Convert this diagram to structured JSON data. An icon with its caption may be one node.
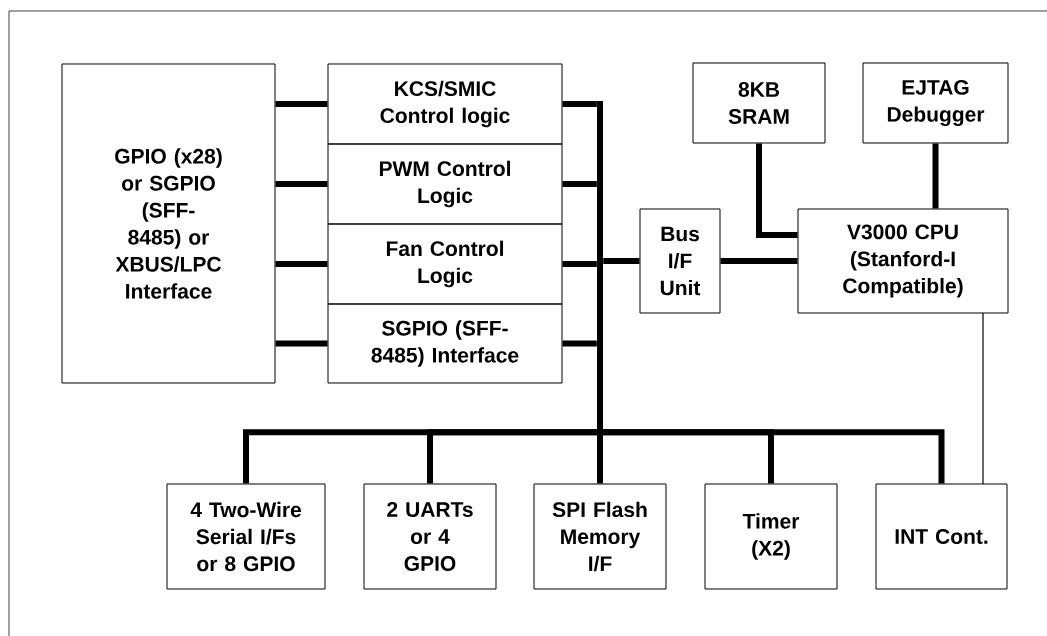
{
  "diagram": {
    "nodes": [
      {
        "text": [
          "GPIO (x28) or SGPIO (SFF-8485) or XBUS/LPC Interface"
        ]
      },
      {
        "text": [
          "KCS/SMIC Control logic"
        ]
      },
      {
        "text": [
          "PWM Control Logic"
        ]
      },
      {
        "text": [
          "Fan Control Logic"
        ]
      },
      {
        "text": [
          "SGPIO (SFF-8485) Interface"
        ]
      },
      {
        "text": [
          "8KB SRAM"
        ]
      },
      {
        "text": [
          "EJTAG Debugger"
        ]
      },
      {
        "text": [
          "Bus I/F Unit"
        ]
      },
      {
        "text": [
          "V3000 CPU (Stanford-I Compatible)"
        ]
      },
      {
        "text": [
          "4 Two-Wire Serial I/Fs or 8 GPIO"
        ]
      },
      {
        "text": [
          "2 UARTs or 4 GPIO"
        ]
      },
      {
        "text": [
          "SPI Flash Memory I/F"
        ]
      },
      {
        "text": [
          "Timer (X2)"
        ]
      },
      {
        "text": [
          "INT Cont."
        ]
      },
      {
        "text": [],
        "shape": "bar"
      }
    ],
    "edges": [
      {
        "from": 0,
        "to": 1,
        "arrow": "none"
      },
      {
        "from": 0,
        "to": 2,
        "arrow": "none"
      },
      {
        "from": 0,
        "to": 3,
        "arrow": "none"
      },
      {
        "from": 0,
        "to": 4,
        "arrow": "none"
      },
      {
        "from": 1,
        "to": 14,
        "arrow": "none"
      },
      {
        "from": 2,
        "to": 14,
        "arrow": "none"
      },
      {
        "from": 3,
        "to": 14,
        "arrow": "none"
      },
      {
        "from": 4,
        "to": 14,
        "arrow": "none"
      },
      {
        "from": 14,
        "to": 7,
        "arrow": "none"
      },
      {
        "from": 5,
        "to": 8,
        "arrow": "none"
      },
      {
        "from": 6,
        "to": 8,
        "arrow": "none"
      },
      {
        "from": 7,
        "to": 8,
        "arrow": "none"
      },
      {
        "from": 14,
        "to": 9,
        "arrow": "none"
      },
      {
        "from": 14,
        "to": 10,
        "arrow": "none"
      },
      {
        "from": 14,
        "to": 11,
        "arrow": "none"
      },
      {
        "from": 14,
        "to": 12,
        "arrow": "none"
      },
      {
        "from": 14,
        "to": 13,
        "arrow": "none"
      },
      {
        "from": 8,
        "to": 13,
        "arrow": "none"
      }
    ]
  }
}
